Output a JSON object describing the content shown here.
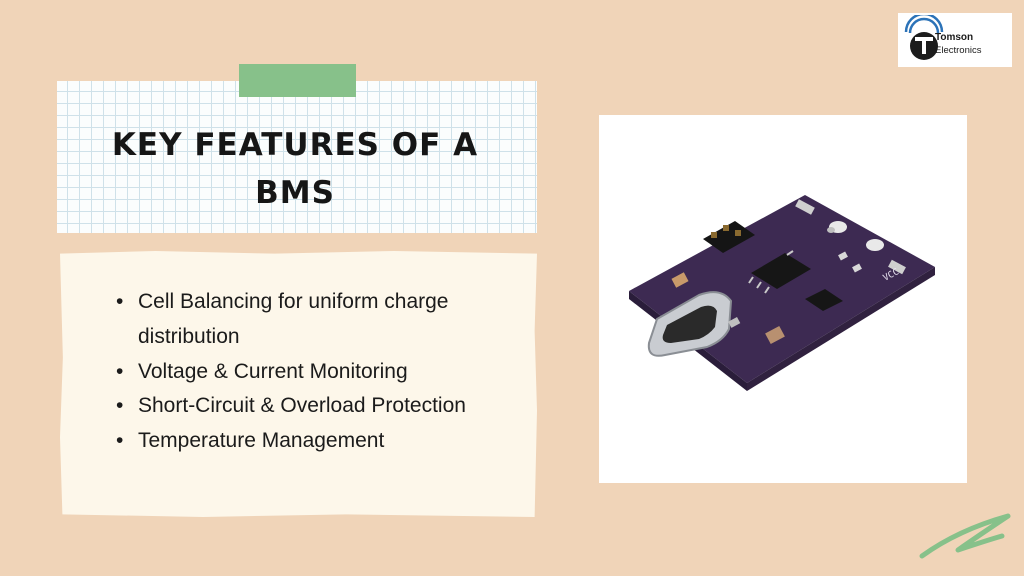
{
  "logo": {
    "brand_line1": "Tomson",
    "brand_line2": "Electronics",
    "icon": "tomson-t-logo-icon"
  },
  "title": "Key Features of a BMS",
  "features": [
    "Cell Balancing for uniform charge distribution",
    "Voltage & Current Monitoring",
    "Short-Circuit & Overload Protection",
    "Temperature Management"
  ],
  "bullet_glyph": "•",
  "image": {
    "subject": "bms-circuit-board-photo",
    "board_label": "VCC"
  },
  "colors": {
    "background": "#f0d4b8",
    "tape": "#87c18a",
    "board": "#3d2a52",
    "note": "#fdf7ea",
    "logo_blue": "#2c73b8"
  }
}
